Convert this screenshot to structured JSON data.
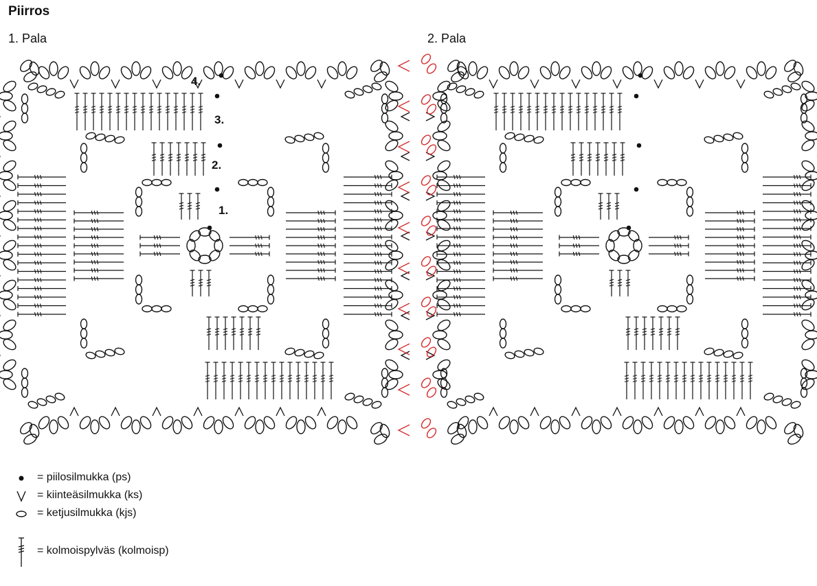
{
  "title": "Piirros",
  "pieces": [
    {
      "label": "1. Pala"
    },
    {
      "label": "2. Pala"
    }
  ],
  "round_labels": [
    "1.",
    "2.",
    "3.",
    "4."
  ],
  "colors": {
    "stitch": "#111111",
    "join": "#d42a2a"
  },
  "legend": [
    {
      "symbol": "slip-stitch-dot-icon",
      "text": "= piilosilmukka (ps)"
    },
    {
      "symbol": "single-crochet-v-icon",
      "text": "= kiinteäsilmukka (ks)"
    },
    {
      "symbol": "chain-oval-icon",
      "text": "= ketjusilmukka (kjs)"
    },
    {
      "symbol": "treble-crochet-icon",
      "text": "= kolmoispylväs (kolmoisp)"
    }
  ]
}
